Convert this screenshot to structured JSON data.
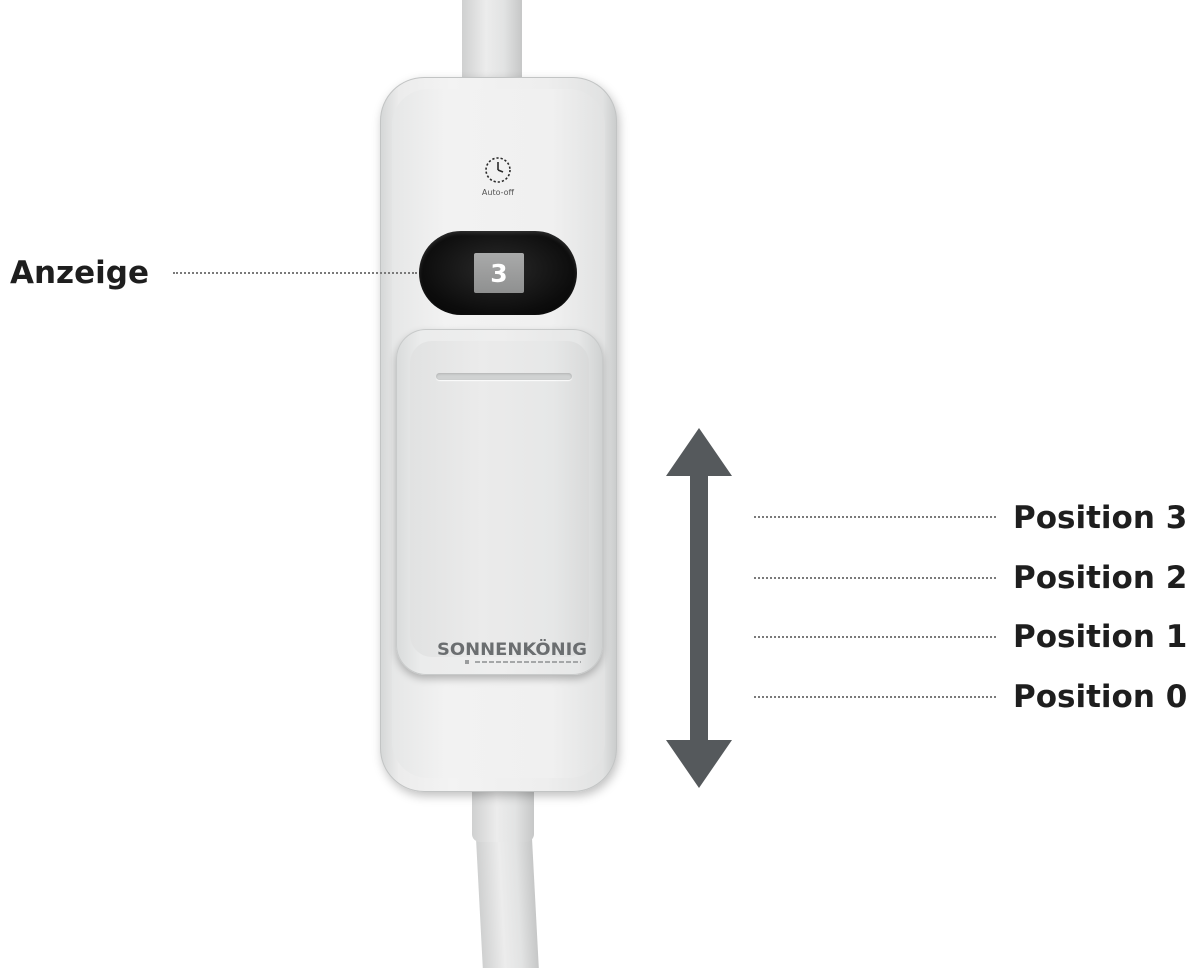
{
  "callouts": {
    "display": "Anzeige",
    "positions": [
      "Position 3",
      "Position 2",
      "Position 1",
      "Position 0"
    ]
  },
  "device": {
    "timer_label": "Auto-off",
    "display_value": "3",
    "brand": "SONNENKÖNIG"
  },
  "icons": {
    "timer": "clock-icon",
    "arrow": "double-arrow-vertical-icon"
  },
  "colors": {
    "label_text": "#1e1e1e",
    "leader_line": "#7a7a7a",
    "arrow": "#55595c",
    "device_body": "#eeeeee",
    "display_bezel": "#0c0c0c",
    "display_window": "#9d9e9e"
  }
}
